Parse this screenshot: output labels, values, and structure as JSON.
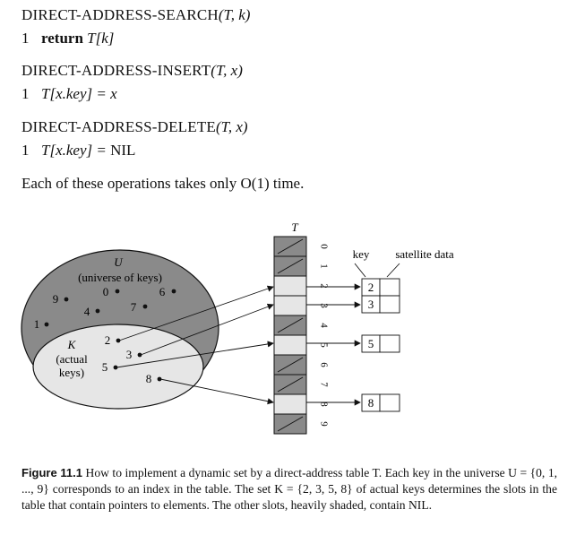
{
  "pseudocode": [
    {
      "name": "DIRECT-ADDRESS-SEARCH",
      "args": "(T, k)",
      "line_no": "1",
      "keyword": "return",
      "body": "T[k]"
    },
    {
      "name": "DIRECT-ADDRESS-INSERT",
      "args": "(T, x)",
      "line_no": "1",
      "keyword": "",
      "body": "T[x.key] = x"
    },
    {
      "name": "DIRECT-ADDRESS-DELETE",
      "args": "(T, x)",
      "line_no": "1",
      "keyword": "",
      "body": "T[x.key] = ",
      "nil": "NIL"
    }
  ],
  "summary": "Each of these operations takes only O(1) time.",
  "figure": {
    "table_label": "T",
    "slot_indices": [
      "0",
      "1",
      "2",
      "3",
      "4",
      "5",
      "6",
      "7",
      "8",
      "9"
    ],
    "occupied_slots": [
      2,
      3,
      5,
      8
    ],
    "element_header_key": "key",
    "element_header_satellite": "satellite data",
    "element_keys": [
      "2",
      "3",
      "5",
      "8"
    ],
    "universe_label": "U",
    "universe_caption": "(universe of keys)",
    "actual_label": "K",
    "actual_caption_1": "(actual",
    "actual_caption_2": "keys)",
    "universe_keys": [
      "0",
      "6",
      "9",
      "7",
      "4",
      "1"
    ],
    "actual_keys": [
      "2",
      "3",
      "5",
      "8"
    ]
  },
  "caption": {
    "label": "Figure 11.1",
    "text": "How to implement a dynamic set by a direct-address table T. Each key in the universe U = {0, 1, ..., 9} corresponds to an index in the table. The set K = {2, 3, 5, 8} of actual keys determines the slots in the table that contain pointers to elements. The other slots, heavily shaded, contain NIL."
  }
}
